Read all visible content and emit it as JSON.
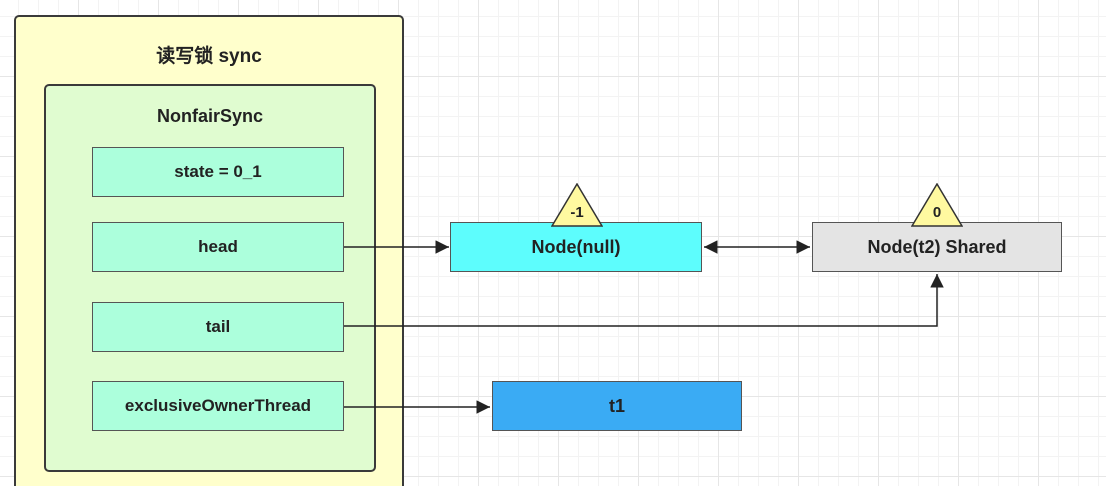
{
  "sync": {
    "title": "读写锁 sync",
    "nonfair": {
      "title": "NonfairSync",
      "fields": {
        "state": "state = 0_1",
        "head": "head",
        "tail": "tail",
        "owner": "exclusiveOwnerThread"
      }
    }
  },
  "nodes": {
    "null_node": {
      "label": "Node(null)",
      "wait_status": "-1"
    },
    "t2_node": {
      "label": "Node(t2) Shared",
      "wait_status": "0"
    },
    "t1": {
      "label": "t1"
    }
  },
  "colors": {
    "outer_fill": "#ffffcc",
    "inner_fill": "#e0fcd0",
    "field_fill": "#acffdc",
    "null_node_fill": "#5dfdfd",
    "t2_node_fill": "#e4e4e4",
    "t1_fill": "#3aabf4",
    "triangle_fill": "#fff9a0"
  }
}
